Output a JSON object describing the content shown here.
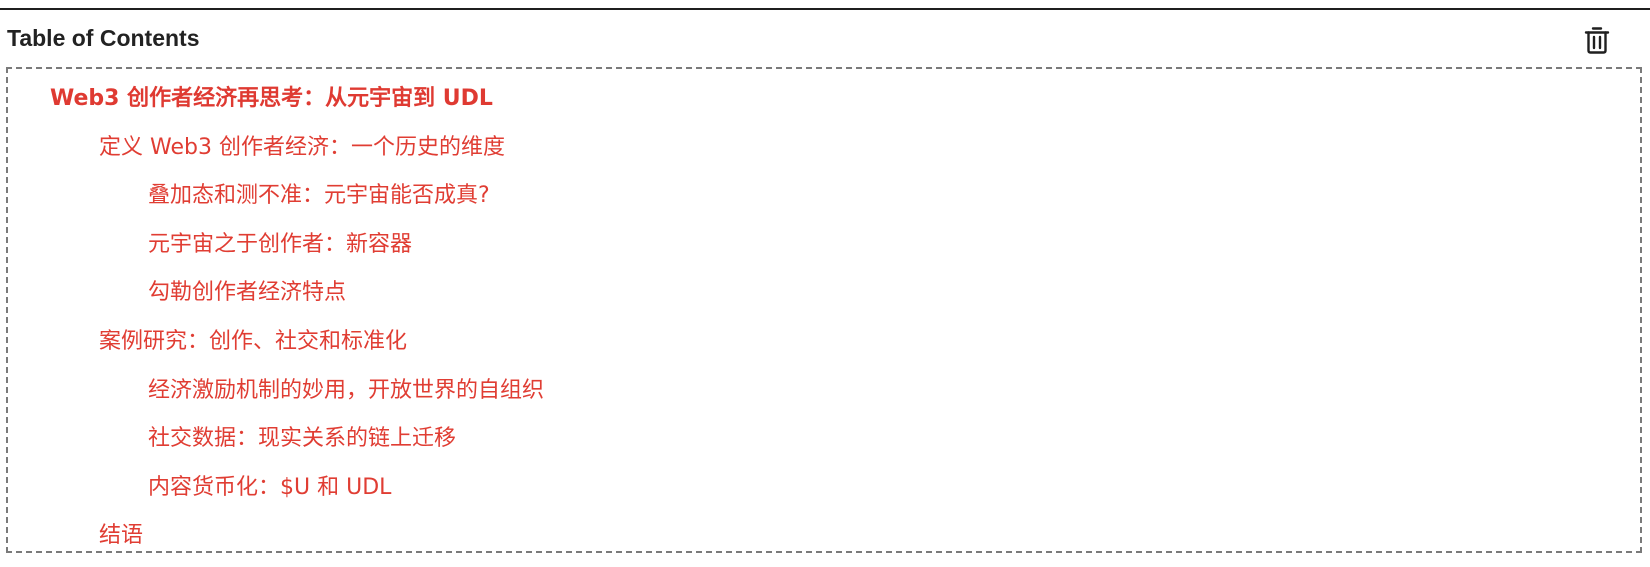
{
  "header": {
    "title": "Table of Contents",
    "delete_icon": "trash-icon"
  },
  "colors": {
    "accent": "#e03d33",
    "title_text": "#222222",
    "border": "#7a7a7a"
  },
  "toc": {
    "items": [
      {
        "level": 1,
        "label": "Web3 创作者经济再思考：从元宇宙到 UDL"
      },
      {
        "level": 2,
        "label": "定义 Web3 创作者经济：一个历史的维度"
      },
      {
        "level": 3,
        "label": "叠加态和测不准：元宇宙能否成真?"
      },
      {
        "level": 3,
        "label": "元宇宙之于创作者：新容器"
      },
      {
        "level": 3,
        "label": "勾勒创作者经济特点"
      },
      {
        "level": 2,
        "label": "案例研究：创作、社交和标准化"
      },
      {
        "level": 3,
        "label": "经济激励机制的妙用，开放世界的自组织"
      },
      {
        "level": 3,
        "label": "社交数据：现实关系的链上迁移"
      },
      {
        "level": 3,
        "label": "内容货币化：$U 和 UDL"
      },
      {
        "level": 2,
        "label": "结语"
      }
    ]
  }
}
